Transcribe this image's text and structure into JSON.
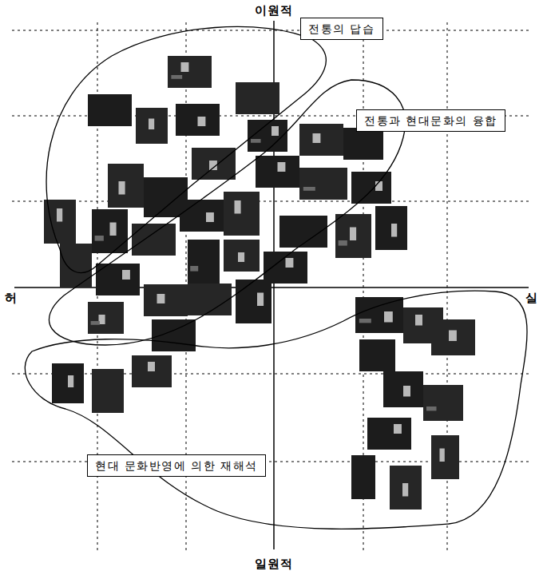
{
  "diagram": {
    "nodes": [
      {
        "text": [
          "전통의 답습"
        ]
      },
      {
        "text": [
          "전통과 현대문화의 융합"
        ]
      },
      {
        "text": [
          "현대 문화반영에 의한 재해석"
        ]
      }
    ],
    "labels": [
      "이원적",
      "허",
      "실",
      "일원적"
    ]
  }
}
